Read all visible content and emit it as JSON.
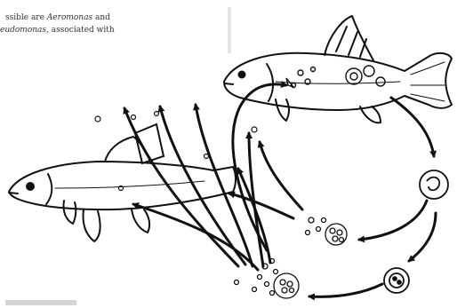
{
  "caption": {
    "line1_prefix": "ssible are ",
    "line1_italic": "Aeromonas",
    "line1_suffix": " and",
    "line2_italic": "eudomonas",
    "line2_suffix": ", associated with"
  },
  "diagram": {
    "icons": {
      "healthy_fish": "fish-icon",
      "infected_fish": "fish-icon",
      "cyst": "cyst-icon",
      "spore_cluster": "spore-cluster-icon",
      "arrow": "arrow-icon"
    },
    "line_color": "#111111",
    "background": "#ffffff"
  }
}
